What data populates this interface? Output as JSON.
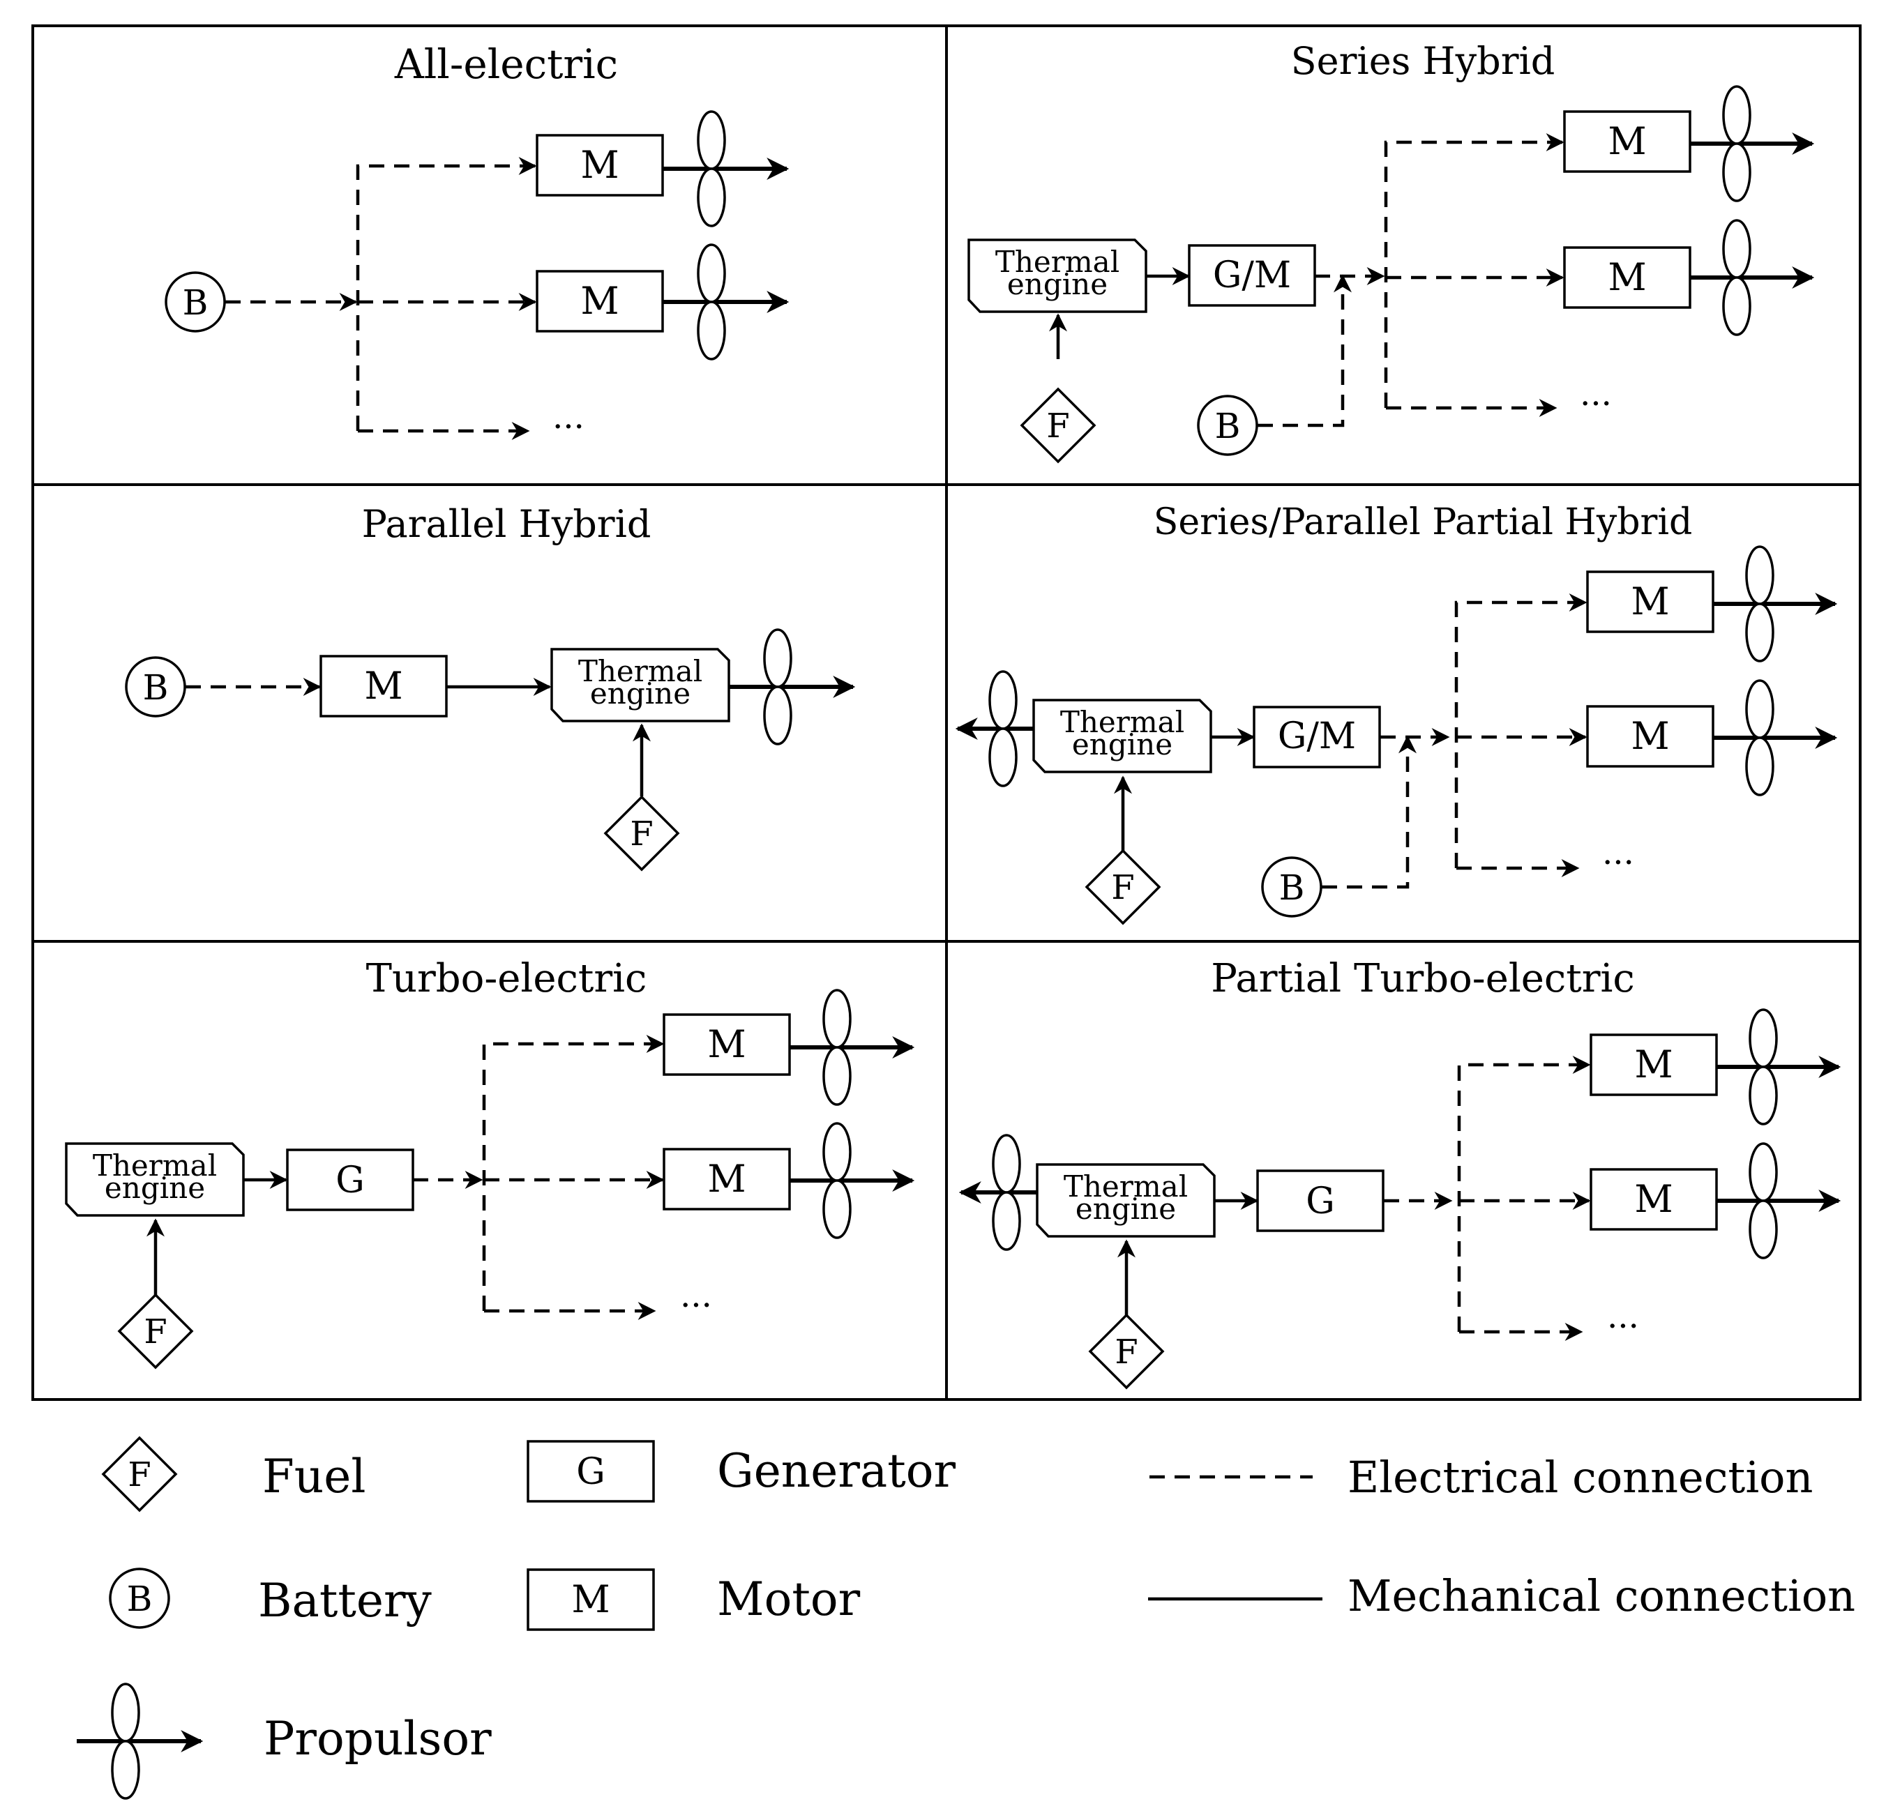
{
  "panels": {
    "all_electric": "All-electric",
    "series_hybrid": "Series Hybrid",
    "parallel_hybrid": "Parallel Hybrid",
    "series_parallel": "Series/Parallel Partial Hybrid",
    "turbo_electric": "Turbo-electric",
    "partial_turbo": "Partial Turbo-electric"
  },
  "nodes": {
    "motor": "M",
    "generator": "G",
    "generator_motor": "G/M",
    "battery": "B",
    "fuel": "F",
    "thermal_line1": "Thermal",
    "thermal_line2": "engine",
    "ellipsis": "···"
  },
  "legend": {
    "fuel": "Fuel",
    "battery": "Battery",
    "generator": "Generator",
    "motor": "Motor",
    "propulsor": "Propulsor",
    "electrical": "Electrical connection",
    "mechanical": "Mechanical connection"
  }
}
